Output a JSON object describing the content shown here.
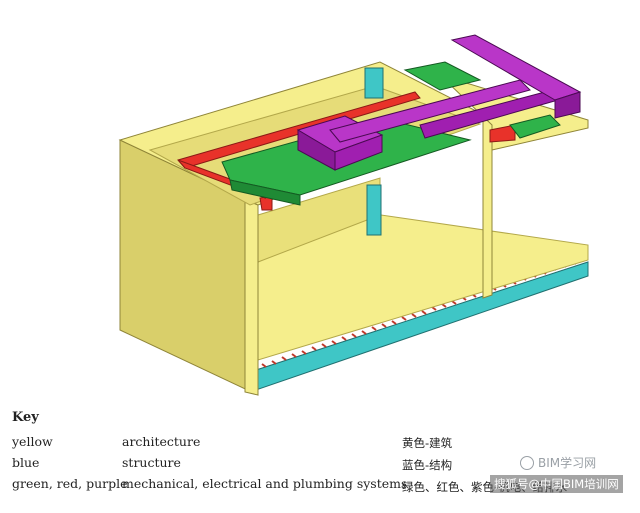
{
  "colors": {
    "architecture": "#f5ee8c",
    "architecture_side": "#d9cf6a",
    "architecture_edge": "#b3a84a",
    "structure": "#3fc6c6",
    "green": "#2fb34a",
    "red": "#e8322a",
    "purple": "#a01fb0"
  },
  "key": {
    "title": "Key",
    "rows": [
      {
        "color": "yellow",
        "meaning": "architecture"
      },
      {
        "color": "blue",
        "meaning": "structure"
      },
      {
        "color": "green, red, purple",
        "meaning": "mechanical, electrical and plumbing systems"
      }
    ]
  },
  "chinese_key": [
    "黄色-建筑",
    "蓝色-结构",
    "绿色、红色、紫色-机电、给排水"
  ],
  "watermark": {
    "line1": "BIM学习网",
    "line2": "搜狐号@中国BIM培训网"
  }
}
